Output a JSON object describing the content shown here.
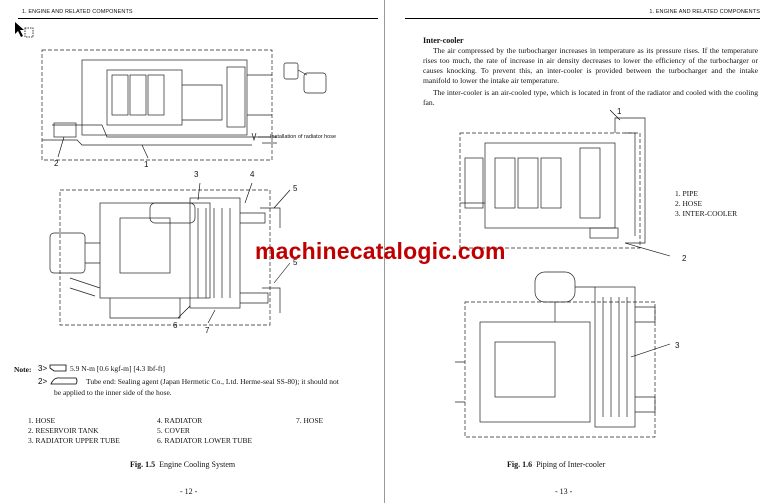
{
  "left_page": {
    "header": "1. ENGINE AND RELATED COMPONENTS",
    "install_note": "Installation of radiator hose",
    "figure_top_callouts": [
      "1",
      "2"
    ],
    "figure_bottom_callouts": [
      "3",
      "4",
      "5",
      "5",
      "6",
      "7"
    ],
    "note": {
      "label": "Note:",
      "torque_text": "5.9 N-m [0.6 kgf-m] [4.3 lbf-ft]",
      "tube_end_line1": "Tube end: Sealing agent (Japan Hermetic Co., Ltd. Herme-seal SS-80); it should not",
      "tube_end_line2": "be applied to the inner side of the hose."
    },
    "legend": [
      {
        "label": "1.  HOSE"
      },
      {
        "label": "2.  RESERVOIR TANK"
      },
      {
        "label": "3.  RADIATOR UPPER TUBE"
      },
      {
        "label": "4.  RADIATOR"
      },
      {
        "label": "5.  COVER"
      },
      {
        "label": "6.  RADIATOR LOWER TUBE"
      },
      {
        "label": "7.  HOSE"
      }
    ],
    "caption": {
      "num": "Fig. 1.5",
      "title": "Engine Cooling System"
    },
    "page_number": "- 12 -"
  },
  "right_page": {
    "header": "1. ENGINE AND RELATED COMPONENTS",
    "section_title": "Inter-cooler",
    "paragraph1": "The air compressed by the turbocharger increases in temperature as its pressure rises.  If the temperature rises too much, the rate of increase in air density decreases to lower the efficiency of the turbocharger or causes knocking. To prevent this, an inter-cooler is provided between the turbocharger and the intake manifold to lower the intake air temperature.",
    "paragraph2": "The inter-cooler is an air-cooled type, which is located in front of the radiator and cooled with the cooling fan.",
    "legend": [
      {
        "label": "1.  PIPE"
      },
      {
        "label": "2.  HOSE"
      },
      {
        "label": "3.  INTER-COOLER"
      }
    ],
    "figure_callouts": [
      "1",
      "2",
      "3"
    ],
    "caption": {
      "num": "Fig. 1.6",
      "title": "Piping of Inter-cooler"
    },
    "page_number": "- 13 -"
  },
  "watermark": "machinecatalogic.com",
  "colors": {
    "watermark": "#c00000",
    "ink": "#111111"
  },
  "icons": [
    "torque-wrench-icon",
    "sealant-tube-icon",
    "cursor-arrow-icon"
  ]
}
